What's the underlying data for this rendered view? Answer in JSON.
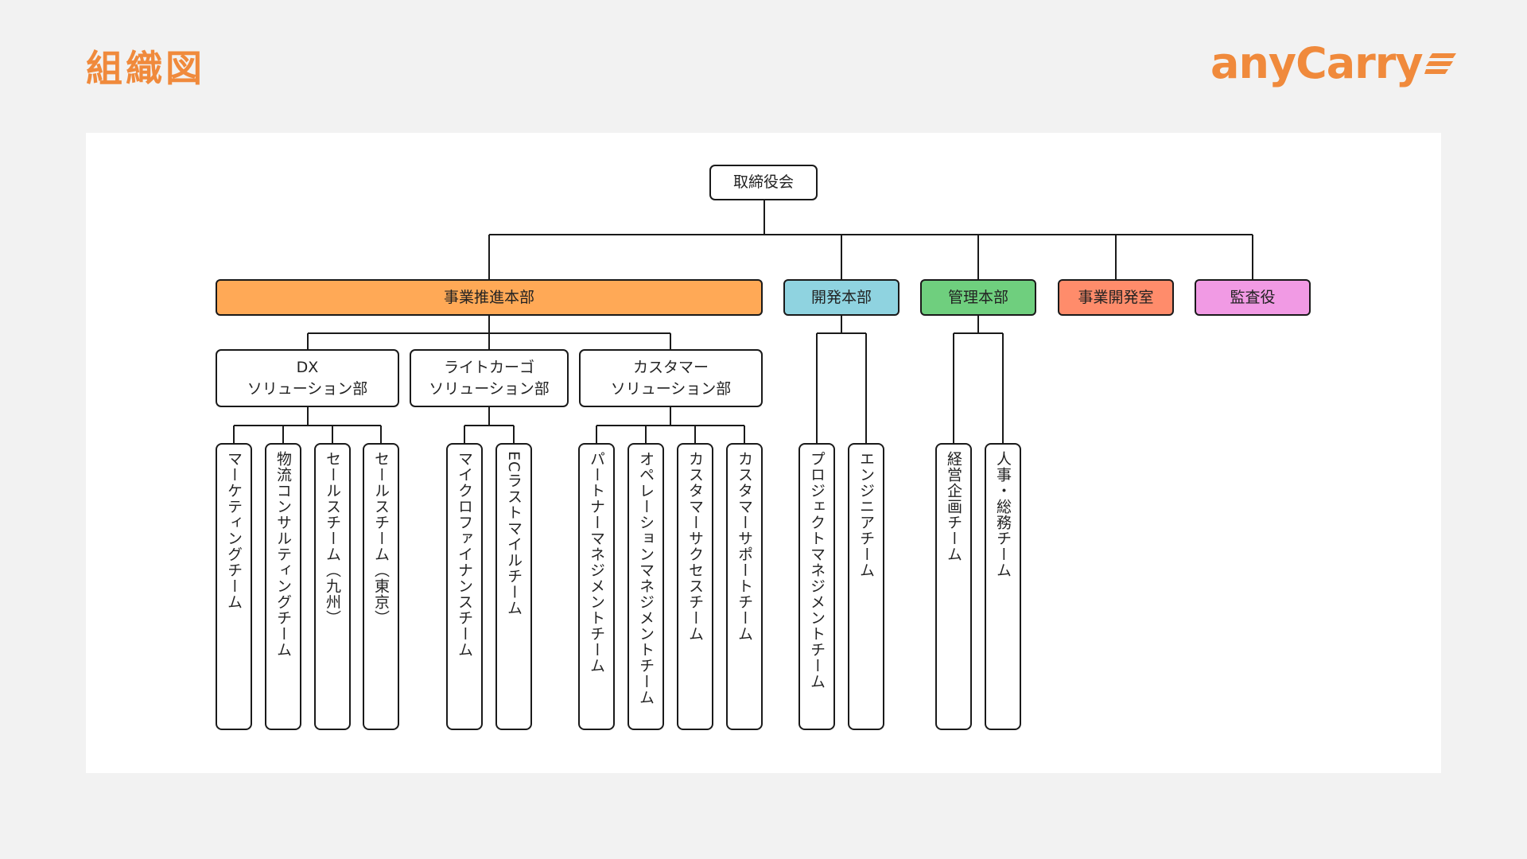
{
  "title": "組織図",
  "logo": "anyCarry",
  "colors": {
    "accent": "#f08a3c",
    "business": "#ffa956",
    "development": "#8fd3e0",
    "management": "#6fcf7e",
    "bizdev": "#ff8c6b",
    "audit": "#f19ae4"
  },
  "org": {
    "board": "取締役会",
    "departments": {
      "business": "事業推進本部",
      "development": "開発本部",
      "management": "管理本部",
      "bizdev": "事業開発室",
      "audit": "監査役"
    },
    "divisions": {
      "dx_line1": "DX",
      "dx_line2": "ソリューション部",
      "lc_line1": "ライトカーゴ",
      "lc_line2": "ソリューション部",
      "cu_line1": "カスタマー",
      "cu_line2": "ソリューション部"
    },
    "teams": {
      "dx": [
        "マーケティングチーム",
        "物流コンサルティングチーム",
        "セールスチーム（九州）",
        "セールスチーム（東京）"
      ],
      "lc": [
        "マイクロファイナンスチーム",
        "ECラストマイルチーム"
      ],
      "cu": [
        "パートナーマネジメントチーム",
        "オペレーションマネジメントチーム",
        "カスタマーサクセスチーム",
        "カスタマーサポートチーム"
      ],
      "dev": [
        "プロジェクトマネジメントチーム",
        "エンジニアチーム"
      ],
      "mgmt": [
        "経営企画チーム",
        "人事・総務チーム"
      ]
    }
  }
}
